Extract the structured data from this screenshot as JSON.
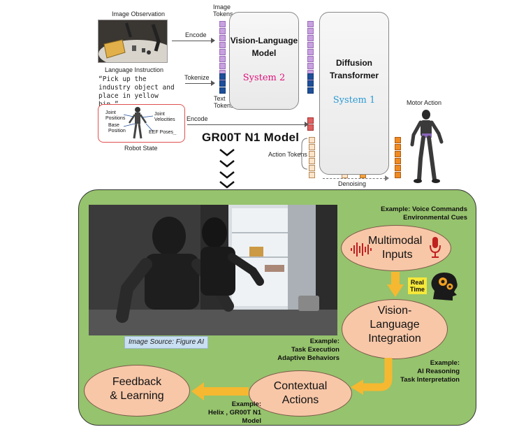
{
  "top": {
    "image_observation_label": "Image Observation",
    "language_instruction_label": "Language Instruction",
    "language_instruction_text": "“Pick up the industry object and place in yellow bin.”",
    "robot_state_label": "Robot State",
    "robot_state_annotations": {
      "joint_positions": "Joint Positions",
      "joint_velocities": "Joint Velocities",
      "base_position": "Base Position",
      "eef_poses": "EEF Poses",
      "ellipsis": "..."
    },
    "arrows": {
      "encode1": "Encode",
      "tokenize": "Tokenize",
      "encode2": "Encode"
    },
    "image_tokens_label": "Image Tokens",
    "text_tokens_label": "Text Tokens",
    "action_tokens_label": "Action Tokens",
    "vlm": {
      "title_line1": "Vision-Language",
      "title_line2": "Model",
      "system": "System 2"
    },
    "dt": {
      "title_line1": "Diffusion",
      "title_line2": "Transformer",
      "system": "System 1"
    },
    "motor_action_label": "Motor Action",
    "denoising_label": "Denoising",
    "model_title": "GR00T N1 Model"
  },
  "bottom": {
    "image_source": "Image Source: Figure AI",
    "multimodal": {
      "line1": "Multimodal",
      "line2": "Inputs"
    },
    "vision_lang": {
      "line1": "Vision-",
      "line2": "Language",
      "line3": "Integration"
    },
    "contextual": {
      "line1": "Contextual",
      "line2": "Actions"
    },
    "feedback": {
      "line1": "Feedback",
      "line2": "& Learning"
    },
    "real_time": {
      "line1": "Real",
      "line2": "Time"
    },
    "examples": {
      "voice": {
        "line1": "Example: Voice Commands",
        "line2": "Environmental Cues"
      },
      "reasoning": {
        "line1": "Example:",
        "line2": "AI Reasoning",
        "line3": "Task Interpretation"
      },
      "task": {
        "line1": "Example:",
        "line2": "Task Execution",
        "line3": "Adaptive Behaviors"
      },
      "helix": {
        "line1": "Example:",
        "line2": "Helix , GR00T N1 Model"
      }
    }
  },
  "colors": {
    "image_token": "#c9a0e0",
    "text_token": "#1f4f9a",
    "state_token": "#e06060",
    "action_token": "#fbe3c8",
    "denoise_token": "#f0a040",
    "motor_token": "#f08a20",
    "panel": "#96c36d",
    "ellipse": "#f7c7a8",
    "arrow_flow": "#f6b830"
  }
}
